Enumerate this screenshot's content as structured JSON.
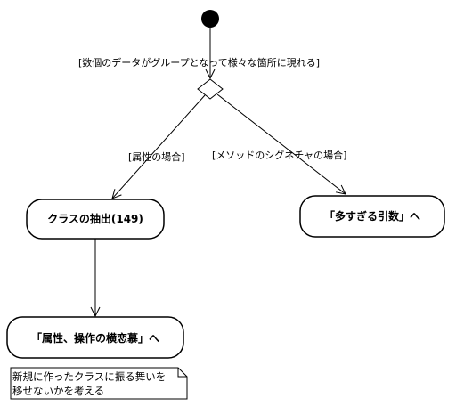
{
  "diagram": {
    "decision_guard": "[数個のデータがグループとなって様々な箇所に現れる]",
    "guard_left": "[属性の場合]",
    "guard_right": "[メソッドのシグネチャの場合]",
    "node_extract_class": "クラスの抽出(149)",
    "node_too_many_args": "「多すぎる引数」へ",
    "node_attribute_feature_envy": "「属性、操作の横恋慕」へ",
    "note_lines": [
      "新規に作ったクラスに振る舞いを",
      "移せないかを考える"
    ]
  }
}
